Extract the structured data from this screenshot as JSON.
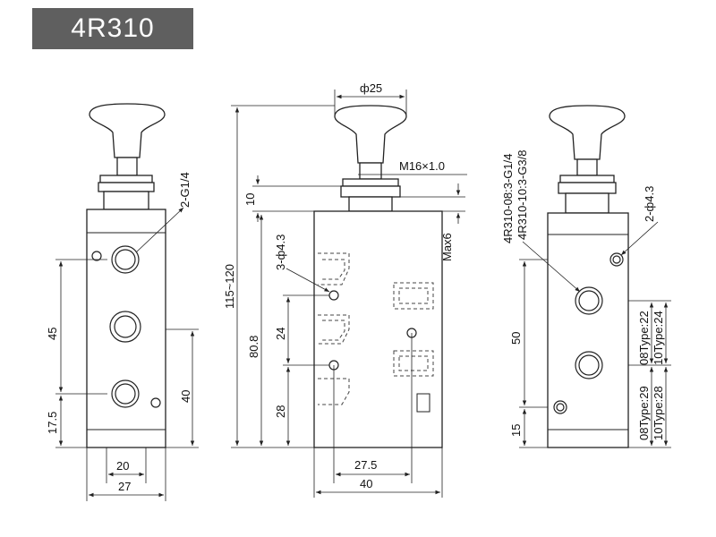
{
  "title": "4R310",
  "colors": {
    "badge": "#5f5f5f",
    "line": "#222222"
  },
  "views": {
    "left": {
      "port_label": "2-G1/4",
      "dim_45": "45",
      "dim_17_5": "17.5",
      "dim_40": "40",
      "dim_20": "20",
      "dim_27": "27"
    },
    "middle": {
      "dim_phi25": "ф25",
      "thread": "M16×1.0",
      "dim_10": "10",
      "dim_max6": "Max6",
      "holes": "3-ф4.3",
      "dim_115_120": "115~120",
      "dim_80_8": "80.8",
      "dim_24": "24",
      "dim_28": "28",
      "dim_27_5": "27.5",
      "dim_40": "40"
    },
    "right": {
      "model_08": "4R310-08:3-G1/4",
      "model_10": "4R310-10:3-G3/8",
      "holes": "2-ф4.3",
      "dim_50": "50",
      "dim_15": "15",
      "type08_22": "08Type:22",
      "type10_24": "10Type:24",
      "type08_29": "08Type:29",
      "type10_28": "10Type:28"
    }
  }
}
